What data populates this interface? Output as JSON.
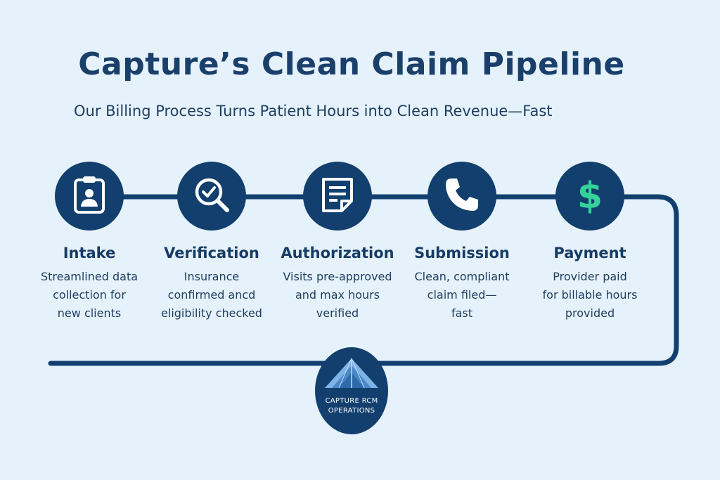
{
  "title": "Capture’s Clean Claim Pipeline",
  "subtitle": "Our Billing Process Turns Patient Hours into Clean Revenue—Fast",
  "colors": {
    "background": "#e6f2fb",
    "navy": "#123f6e",
    "accent_green": "#34d39a"
  },
  "steps": [
    {
      "title": "Intake",
      "description": "Streamlined data\ncollection for\nnew clients",
      "icon": "clipboard-person-icon"
    },
    {
      "title": "Verification",
      "description": "Insurance\nconfirmed ancd\neligibility checked",
      "icon": "magnifier-check-icon"
    },
    {
      "title": "Authorization",
      "description": "Visits pre-approved\nand max hours\nverified",
      "icon": "document-icon"
    },
    {
      "title": "Submission",
      "description": "Clean, compliant\nclaim filed—\nfast",
      "icon": "phone-icon"
    },
    {
      "title": "Payment",
      "description": "Provider paid\nfor billable hours\nprovided",
      "icon": "dollar-icon"
    }
  ],
  "badge": {
    "text": "CAPTURE RCM\nOPERATIONS",
    "icon": "pyramid-logo-icon"
  }
}
